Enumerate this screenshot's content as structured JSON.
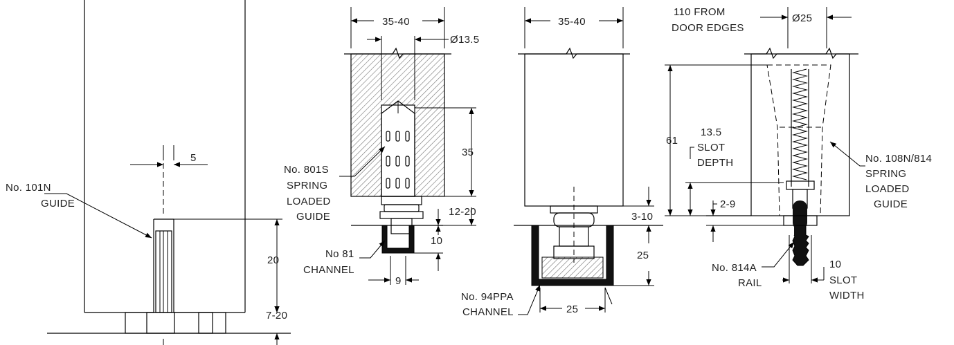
{
  "labels": {
    "guide_101n_line1": "No. 101N",
    "guide_101n_line2": "GUIDE",
    "dim_5": "5",
    "dim_20": "20",
    "dim_7_20": "7-20",
    "dim_35_40_a": "35-40",
    "dim_dia_13_5": "Ø13.5",
    "dim_35": "35",
    "guide_801s_line1": "No. 801S",
    "guide_801s_line2": "SPRING",
    "guide_801s_line3": "LOADED",
    "guide_801s_line4": "GUIDE",
    "dim_12_20": "12-20",
    "dim_10_channel": "10",
    "channel_81_line1": "No 81",
    "channel_81_line2": "CHANNEL",
    "dim_9": "9",
    "dim_35_40_b": "35-40",
    "dim_3_10": "3-10",
    "dim_25_height": "25",
    "channel_94ppa_line1": "No. 94PPA",
    "channel_94ppa_line2": "CHANNEL",
    "dim_25_width": "25",
    "from_edges_line1": "110 FROM",
    "from_edges_line2": "DOOR EDGES",
    "dim_dia_25": "Ø25",
    "dim_61": "61",
    "slot_depth_line1": "13.5",
    "slot_depth_line2": "SLOT",
    "slot_depth_line3": "DEPTH",
    "dim_2_9": "2-9",
    "guide_108n_line1": "No. 108N/814",
    "guide_108n_line2": "SPRING",
    "guide_108n_line3": "LOADED",
    "guide_108n_line4": "GUIDE",
    "rail_814a_line1": "No. 814A",
    "rail_814a_line2": "RAIL",
    "slot_width_line1": "10",
    "slot_width_line2": "SLOT",
    "slot_width_line3": "WIDTH"
  }
}
